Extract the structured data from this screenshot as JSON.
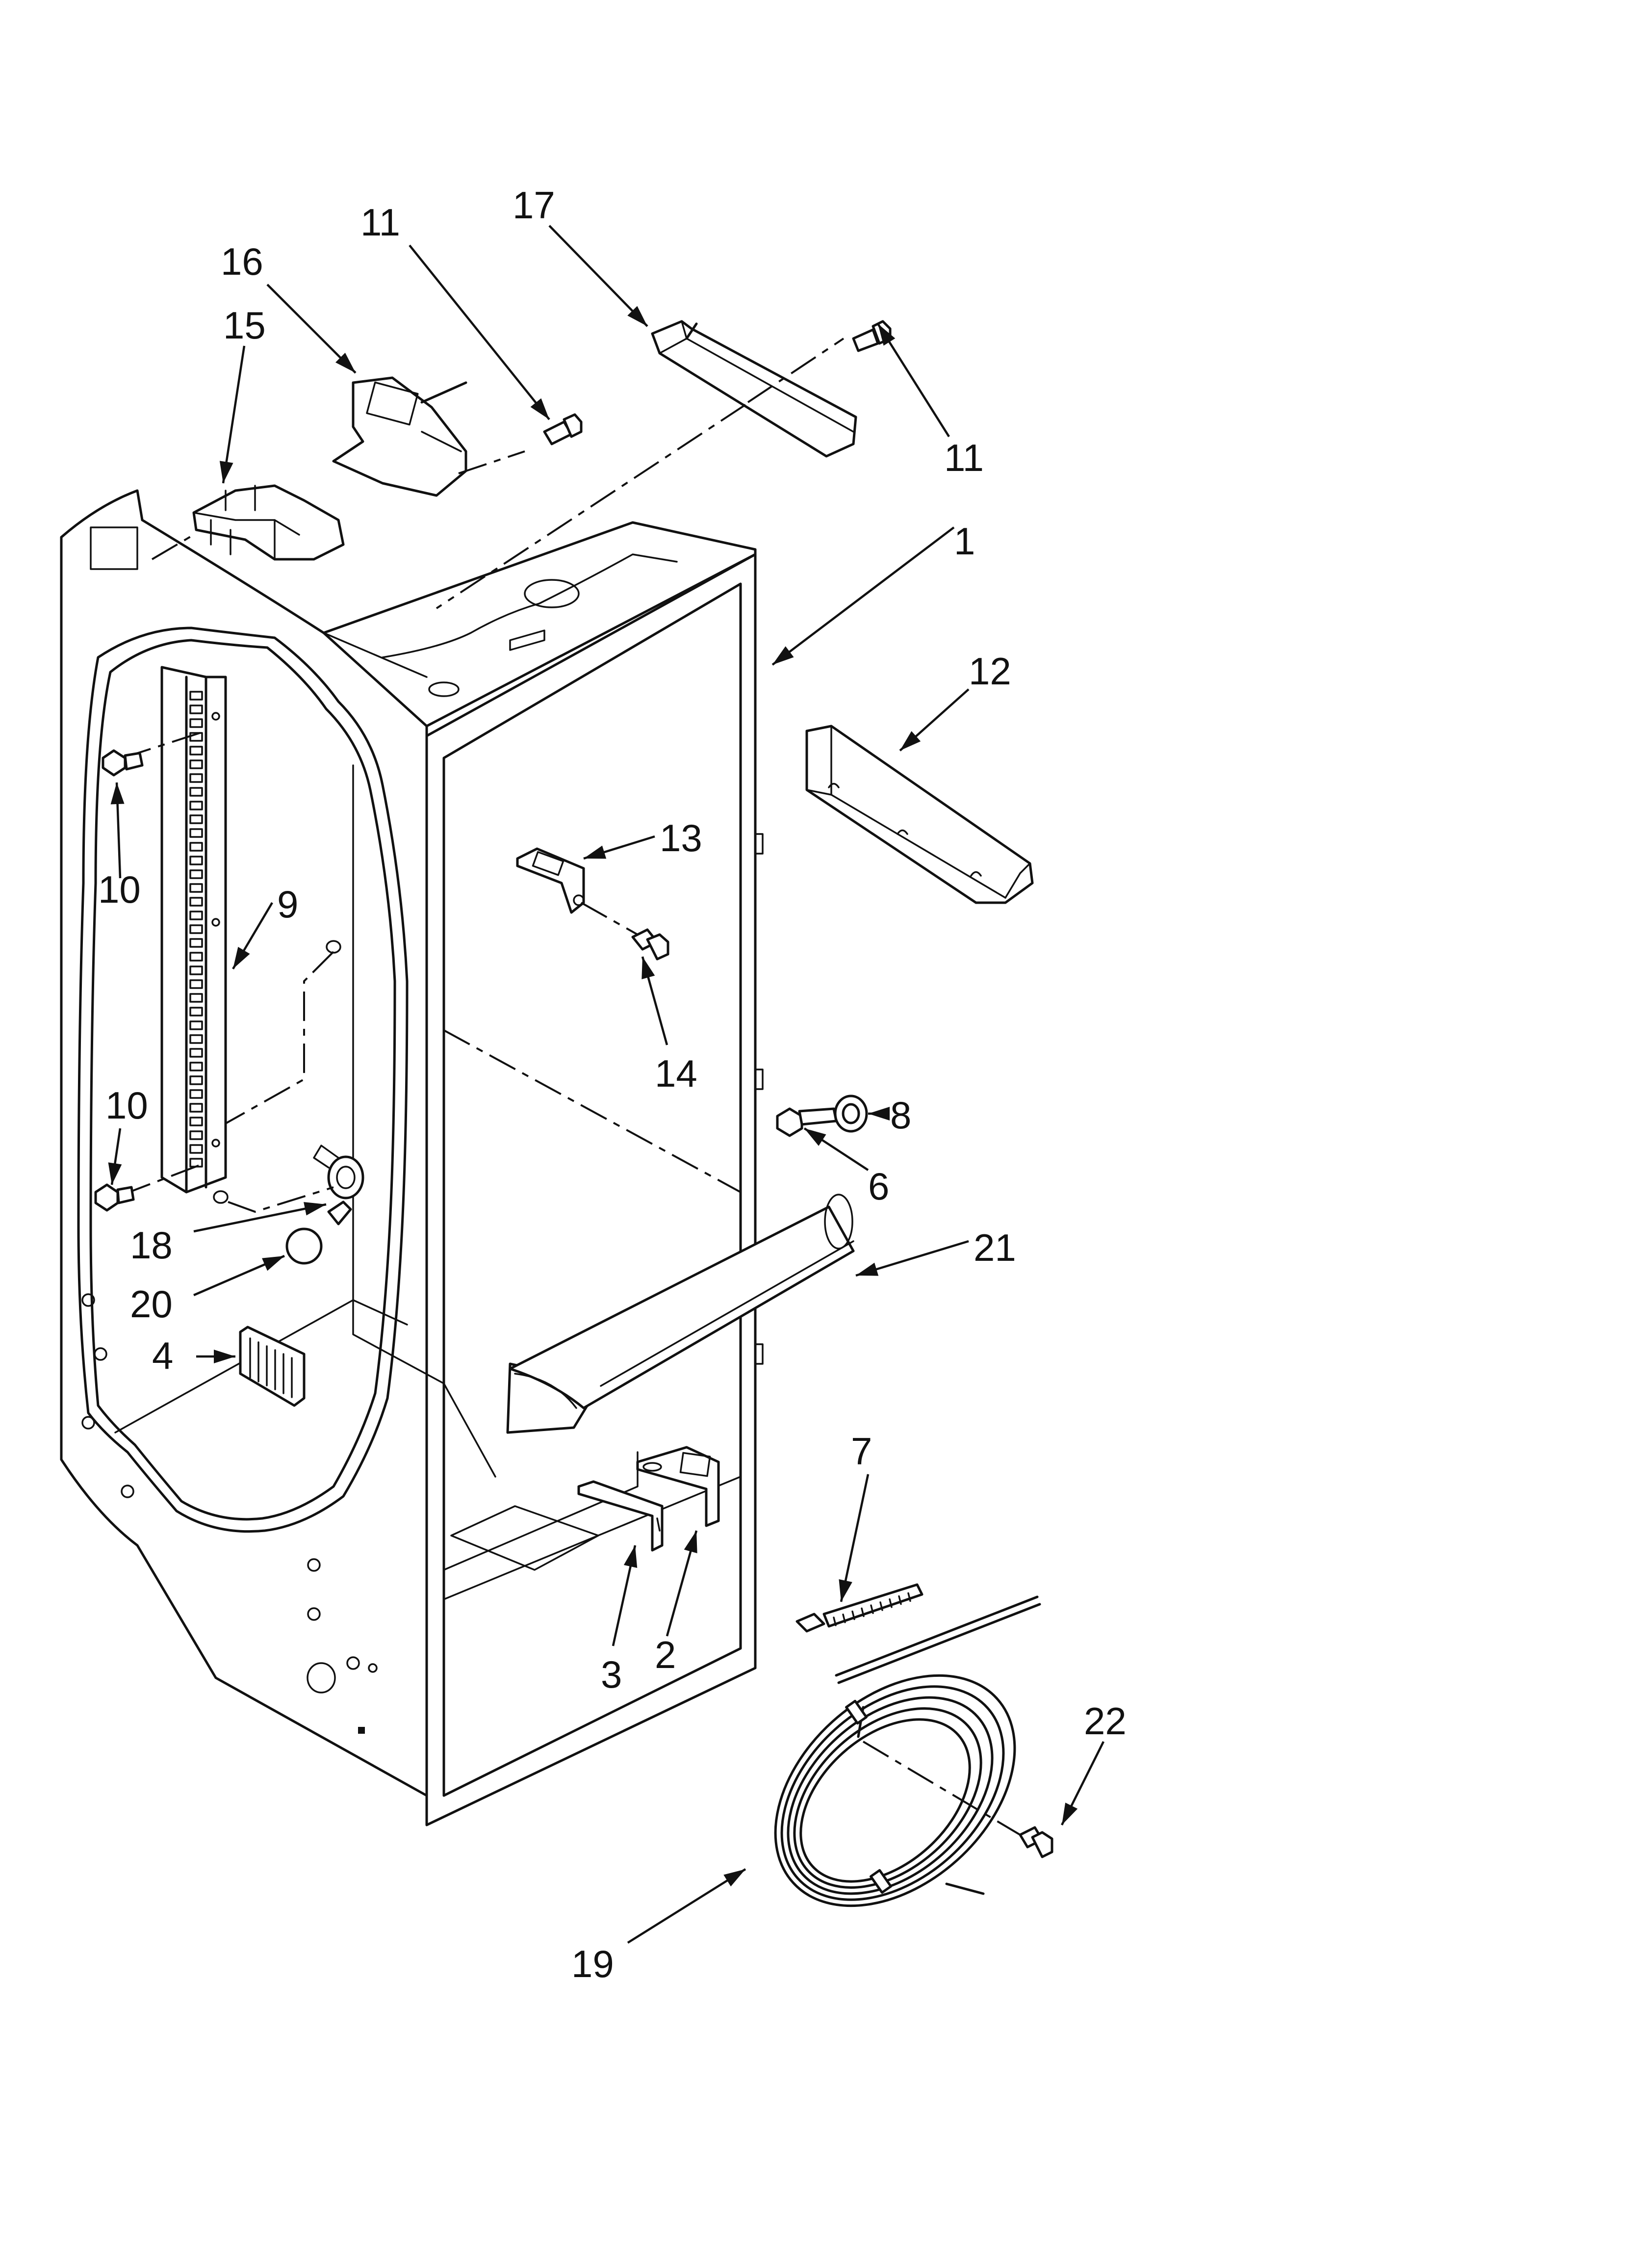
{
  "callouts": [
    {
      "id": "c-17",
      "label": "17"
    },
    {
      "id": "c-11a",
      "label": "11"
    },
    {
      "id": "c-16",
      "label": "16"
    },
    {
      "id": "c-15",
      "label": "15"
    },
    {
      "id": "c-11b",
      "label": "11"
    },
    {
      "id": "c-1",
      "label": "1"
    },
    {
      "id": "c-12",
      "label": "12"
    },
    {
      "id": "c-13",
      "label": "13"
    },
    {
      "id": "c-10a",
      "label": "10"
    },
    {
      "id": "c-9",
      "label": "9"
    },
    {
      "id": "c-14",
      "label": "14"
    },
    {
      "id": "c-10b",
      "label": "10"
    },
    {
      "id": "c-8",
      "label": "8"
    },
    {
      "id": "c-6",
      "label": "6"
    },
    {
      "id": "c-18",
      "label": "18"
    },
    {
      "id": "c-21",
      "label": "21"
    },
    {
      "id": "c-20",
      "label": "20"
    },
    {
      "id": "c-4",
      "label": "4"
    },
    {
      "id": "c-7",
      "label": "7"
    },
    {
      "id": "c-3",
      "label": "3"
    },
    {
      "id": "c-2",
      "label": "2"
    },
    {
      "id": "c-22",
      "label": "22"
    },
    {
      "id": "c-19",
      "label": "19"
    }
  ]
}
